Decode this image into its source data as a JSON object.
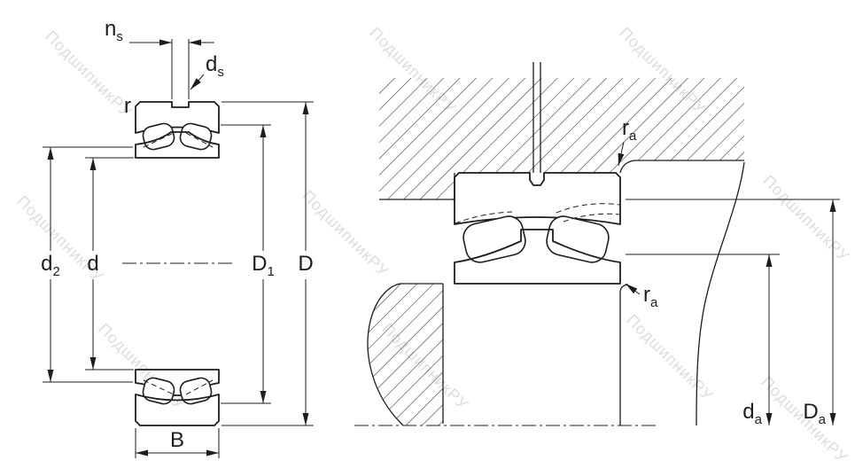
{
  "colors": {
    "line": "#1d1d1d",
    "watermark": "#c2c2c2"
  },
  "watermark": {
    "text": "ПодшипникРУ"
  },
  "left_view": {
    "labels": {
      "ns": {
        "main": "n",
        "sub": "s"
      },
      "ds": {
        "main": "d",
        "sub": "s"
      },
      "r": "r",
      "d2": {
        "main": "d",
        "sub": "2"
      },
      "d": "d",
      "D1": {
        "main": "D",
        "sub": "1"
      },
      "D": "D",
      "B": "B"
    }
  },
  "right_view": {
    "labels": {
      "ra_top": {
        "main": "r",
        "sub": "a"
      },
      "ra_bottom": {
        "main": "r",
        "sub": "a"
      },
      "da": {
        "main": "d",
        "sub": "a"
      },
      "Da": {
        "main": "D",
        "sub": "a"
      }
    }
  }
}
